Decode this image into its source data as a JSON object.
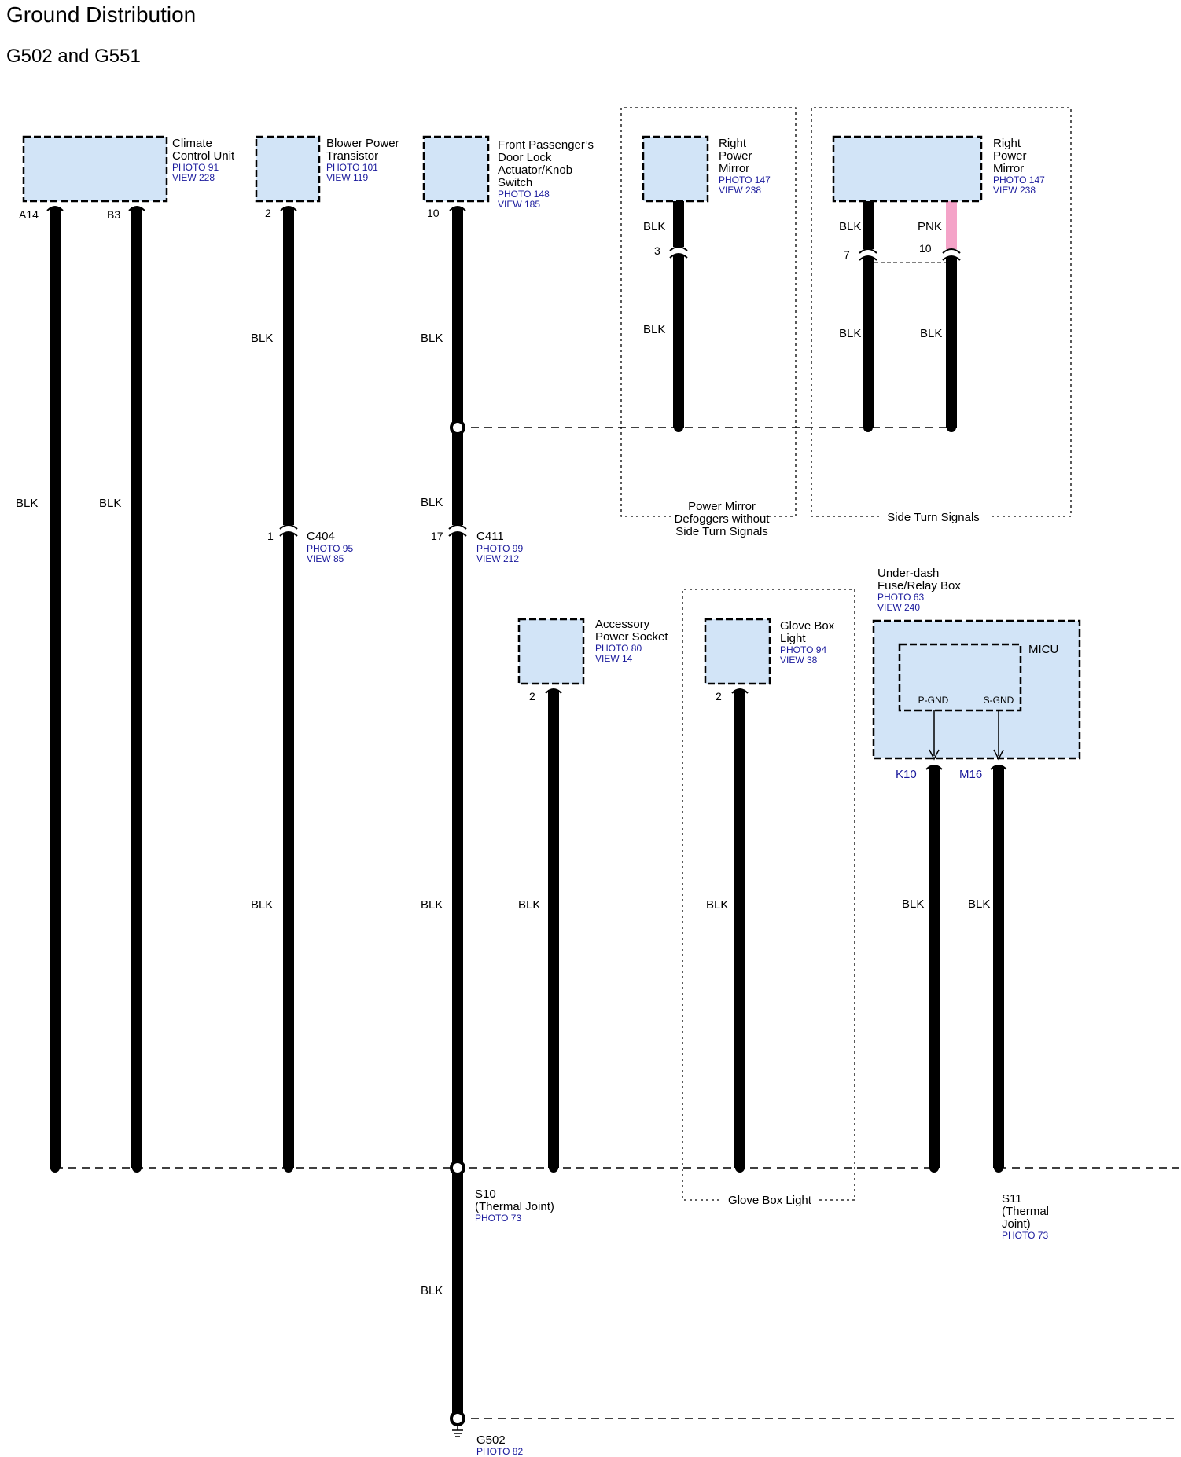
{
  "title": "Ground Distribution",
  "subtitle": "G502 and G551",
  "colors": {
    "component_fill": "#d2e4f7",
    "wire": "#000000",
    "pink_wire": "#f4a3c8",
    "ref_text": "#1a1a9c"
  },
  "components": {
    "climate": {
      "name": [
        "Climate",
        "Control Unit"
      ],
      "photo": "PHOTO 91",
      "view": "VIEW 228",
      "pins": [
        "A14",
        "B3"
      ]
    },
    "blower": {
      "name": [
        "Blower Power",
        "Transistor"
      ],
      "photo": "PHOTO 101",
      "view": "VIEW 119",
      "pin": "2"
    },
    "doorlock": {
      "name": [
        "Front Passenger’s",
        "Door Lock",
        "Actuator/Knob",
        "Switch"
      ],
      "photo": "PHOTO 148",
      "view": "VIEW 185",
      "pin": "10"
    },
    "mirror_a": {
      "name": [
        "Right",
        "Power",
        "Mirror"
      ],
      "photo": "PHOTO 147",
      "view": "VIEW 238"
    },
    "mirror_b": {
      "name": [
        "Right",
        "Power",
        "Mirror"
      ],
      "photo": "PHOTO 147",
      "view": "VIEW 238"
    },
    "accessory": {
      "name": [
        "Accessory",
        "Power Socket"
      ],
      "photo": "PHOTO 80",
      "view": "VIEW 14",
      "pin": "2"
    },
    "glovebox": {
      "name": [
        "Glove Box",
        "Light"
      ],
      "photo": "PHOTO 94",
      "view": "VIEW 38",
      "pin": "2"
    },
    "fusebox": {
      "name": [
        "Under-dash",
        "Fuse/Relay Box"
      ],
      "photo": "PHOTO 63",
      "view": "VIEW 240",
      "inner": "MICU",
      "inner_pins": [
        "P-GND",
        "S-GND"
      ],
      "pins": [
        "K10",
        "M16"
      ]
    }
  },
  "wire_color": "BLK",
  "pink_color": "PNK",
  "pins": {
    "mirror_a": "3",
    "mirror_b_left": "7",
    "mirror_b_right": "10"
  },
  "connectors": {
    "c404": {
      "name": "C404",
      "photo": "PHOTO 95",
      "view": "VIEW 85",
      "pin": "1"
    },
    "c411": {
      "name": "C411",
      "photo": "PHOTO 99",
      "view": "VIEW 212",
      "pin": "17"
    }
  },
  "splices": {
    "s10": {
      "name": "S10",
      "desc": "(Thermal Joint)",
      "photo": "PHOTO 73"
    },
    "s11": {
      "name": "S11",
      "desc": [
        "(Thermal",
        "Joint)"
      ],
      "photo": "PHOTO 73"
    }
  },
  "ground": {
    "name": "G502",
    "photo": "PHOTO 82"
  },
  "option_boxes": {
    "power_mirror": [
      "Power Mirror",
      "Defoggers without",
      "Side Turn Signals"
    ],
    "side_turn": "Side Turn Signals",
    "glove_box": "Glove Box Light"
  }
}
